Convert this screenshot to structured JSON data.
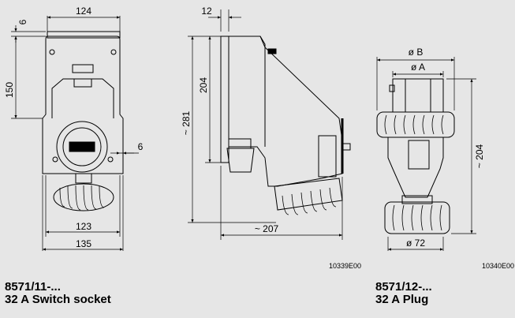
{
  "socket": {
    "dims": {
      "top_width": "124",
      "top_offset": "6",
      "height": "150",
      "side_offset": "6",
      "inner_width": "123",
      "outer_width": "135"
    }
  },
  "side_view": {
    "dims": {
      "depth": "12",
      "height_204": "204",
      "height_281": "~ 281",
      "length_207": "~ 207"
    },
    "drawing_code": "10339E00"
  },
  "plug": {
    "dims": {
      "dia_b": "ø B",
      "dia_a": "ø A",
      "length": "~ 204",
      "dia_72": "ø 72"
    },
    "drawing_code": "10340E00"
  },
  "captions": {
    "socket_code": "8571/11-...",
    "socket_name": "32 A Switch socket",
    "plug_code": "8571/12-...",
    "plug_name": "32 A Plug"
  }
}
